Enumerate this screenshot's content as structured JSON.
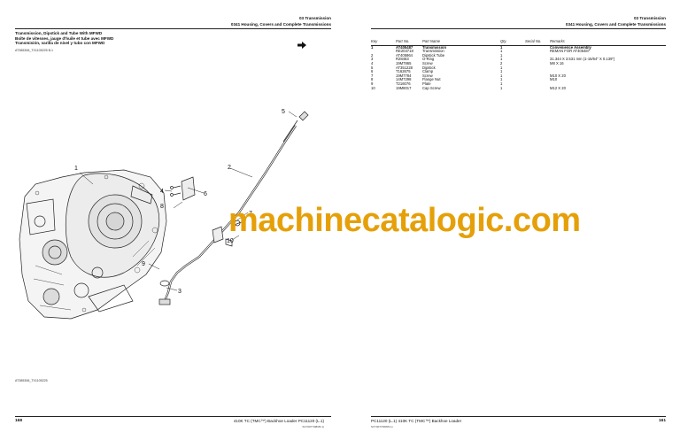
{
  "left_page": {
    "header_line1": "03  Transmission",
    "header_line2": "0341 Housing, Covers and Complete Transmissions",
    "title_lines": [
      "Transmission, Dipstick and Tube With MFWD",
      "Boîte de vitesses, jauge d'huile et tube avec MFWD",
      "Transmisión, varilla de nivel y tubo con MFWD"
    ],
    "figure_ref_top": "AT385306_TX1105225 B.1",
    "figure_ref_bottom": "AT385306_TX1105225",
    "callouts": [
      "1",
      "2",
      "4",
      "5",
      "6",
      "7",
      "8",
      "9",
      "10",
      "3"
    ],
    "footer_page": "168",
    "footer_text": "410K TC (TMC™) Backhoe Loader   PC11120   (L.1)",
    "footer_small": "SVY0077/08/05-1)"
  },
  "right_page": {
    "header_line1": "03  Transmission",
    "header_line2": "0341 Housing, Covers and Complete Transmissions",
    "columns": [
      "Key",
      "Part No.",
      "Part Name",
      "Qty.",
      "Serial No.",
      "Remarks"
    ],
    "rows": [
      {
        "key": "1",
        "part": "AT405487",
        "name": "Transmission",
        "qty": "1",
        "serial": "",
        "remarks": "Convenience Assembly",
        "bold": true
      },
      {
        "key": "",
        "part": "RE203718",
        "name": "Transmission",
        "qty": "1",
        "serial": "",
        "remarks": "REMAN FOR AT405487",
        "bold": false
      },
      {
        "key": "2",
        "part": "AT405964",
        "name": "Dipstick Tube",
        "qty": "1",
        "serial": "",
        "remarks": "",
        "bold": false
      },
      {
        "key": "3",
        "part": "R28463",
        "name": "O-Ring",
        "qty": "1",
        "serial": "",
        "remarks": "31.344 X 3.531 mm (1-15/64\" X 0.139\")",
        "bold": false
      },
      {
        "key": "4",
        "part": "19M7865",
        "name": "Screw",
        "qty": "2",
        "serial": "",
        "remarks": "M8 X 16",
        "bold": false
      },
      {
        "key": "5",
        "part": "AT351228",
        "name": "Dipstick",
        "qty": "1",
        "serial": "",
        "remarks": "",
        "bold": false
      },
      {
        "key": "6",
        "part": "T162675",
        "name": "Clamp",
        "qty": "1",
        "serial": "",
        "remarks": "",
        "bold": false
      },
      {
        "key": "7",
        "part": "19M7784",
        "name": "Screw",
        "qty": "1",
        "serial": "",
        "remarks": "M10 X 20",
        "bold": false
      },
      {
        "key": "8",
        "part": "14M7298",
        "name": "Flange Nut",
        "qty": "1",
        "serial": "",
        "remarks": "M10",
        "bold": false
      },
      {
        "key": "9",
        "part": "T216076",
        "name": "Plate",
        "qty": "1",
        "serial": "",
        "remarks": "",
        "bold": false
      },
      {
        "key": "10",
        "part": "19M8017",
        "name": "Cap Screw",
        "qty": "1",
        "serial": "",
        "remarks": "M12 X 20",
        "bold": false
      }
    ],
    "footer_text": "PC11120   (L.1)   410K TC (TMC™) Backhoe Loader",
    "footer_page": "161",
    "footer_small": "SVY0077/08/05-1)"
  },
  "watermark": "machinecatalogic.com",
  "icons": {
    "arrow": "right-arrow-icon"
  }
}
